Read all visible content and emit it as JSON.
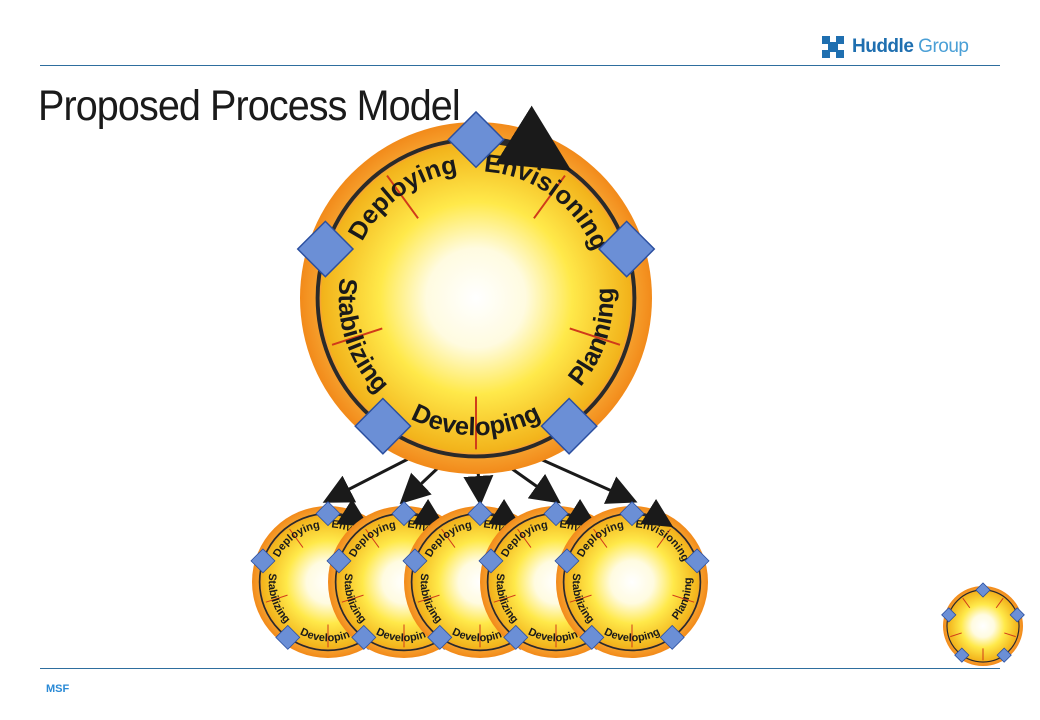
{
  "logo": {
    "brand": "Huddle",
    "suffix": "Group"
  },
  "title": "Proposed Process Model",
  "footer": "MSF",
  "phases": [
    "Envisioning",
    "Planning",
    "Developing",
    "Stabilizing",
    "Deploying"
  ],
  "colors": {
    "accent": "#2e6e9e",
    "ring": "#f7a530",
    "milestone": "#6b8fd6",
    "brand": "#1f6fb0"
  },
  "iterations": {
    "count": 5
  }
}
